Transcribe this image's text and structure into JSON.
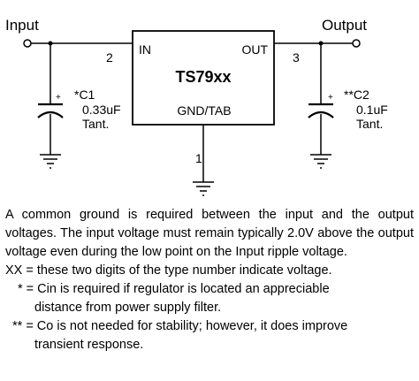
{
  "diagram": {
    "input_label": "Input",
    "output_label": "Output",
    "regulator": {
      "name": "TS79xx",
      "pin_in": "IN",
      "pin_out": "OUT",
      "pin_gnd": "GND/TAB",
      "pin_num_in": "2",
      "pin_num_out": "3",
      "pin_num_gnd": "1"
    },
    "c1": {
      "name": "*C1",
      "value": "0.33uF",
      "type": "Tant.",
      "polarity": "+"
    },
    "c2": {
      "name": "**C2",
      "value": "0.1uF",
      "type": "Tant.",
      "polarity": "+"
    }
  },
  "notes": {
    "paragraph": "A common ground is required between the input and the output voltages. The input voltage must remain typically 2.0V above the output voltage even during the low point on the Input ripple voltage.",
    "xx": "XX = these two digits of the type number indicate voltage.",
    "star1_a": "* = Cin is required if regulator is located an appreciable",
    "star1_b": "distance from power supply filter.",
    "star2_a": "** = Co is not needed for stability; however, it does improve",
    "star2_b": "transient response."
  }
}
